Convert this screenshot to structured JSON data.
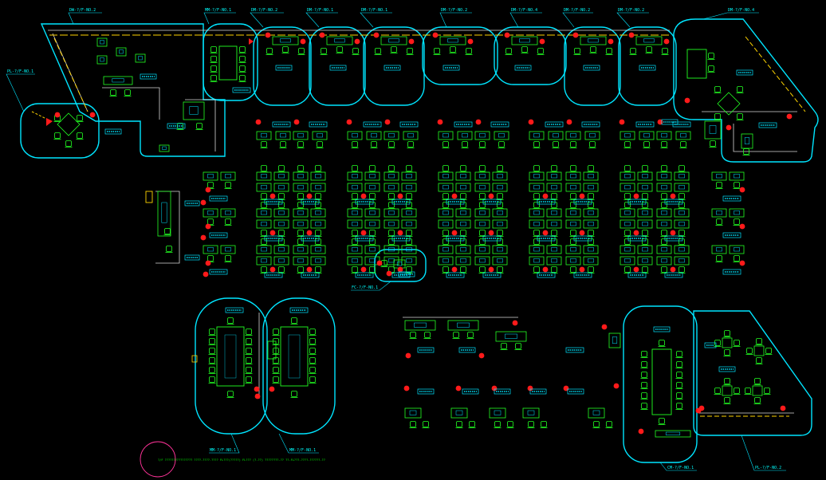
{
  "colors": {
    "background": "#000000",
    "zone_outline": "#00e5ff",
    "furniture": "#22ff22",
    "marker": "#ff1a1a",
    "accent": "#ffd400",
    "wall": "#e6e6e6",
    "origin_circle": "#ff3399"
  },
  "zone_callouts": [
    {
      "id": "z1",
      "text": "DW-?/F-NO.2"
    },
    {
      "id": "z2",
      "text": "MM-?/F-NO.1"
    },
    {
      "id": "z3",
      "text": "DM-?/F-NO.2"
    },
    {
      "id": "z4",
      "text": "DM-?/F-NO.1"
    },
    {
      "id": "z5",
      "text": "DM-?/F-NO.1"
    },
    {
      "id": "z6",
      "text": "DM-?/F-NO.2"
    },
    {
      "id": "z7",
      "text": "DM-?/F-NO.4"
    },
    {
      "id": "z8",
      "text": "DM-?/F-NO.2"
    },
    {
      "id": "z9",
      "text": "DM-?/F-NO.2"
    },
    {
      "id": "z10",
      "text": "DM-?/F-NO.4"
    },
    {
      "id": "z11",
      "text": "PL-?/F-NO.1"
    },
    {
      "id": "z12",
      "text": "MM-?/F-NO.1"
    },
    {
      "id": "z13",
      "text": "MM-?/F-NO.1"
    },
    {
      "id": "z14",
      "text": "CM-?/F-NO.1"
    },
    {
      "id": "z15",
      "text": "PL-?/F-NO.2"
    },
    {
      "id": "z16",
      "text": "FC-?/F-NO.1"
    }
  ],
  "footer_note": "?/F ???????????????? ????-????-???? FL???(?????) FL??? (?-??) ????????-?? ??-FL???-????-??????-??"
}
